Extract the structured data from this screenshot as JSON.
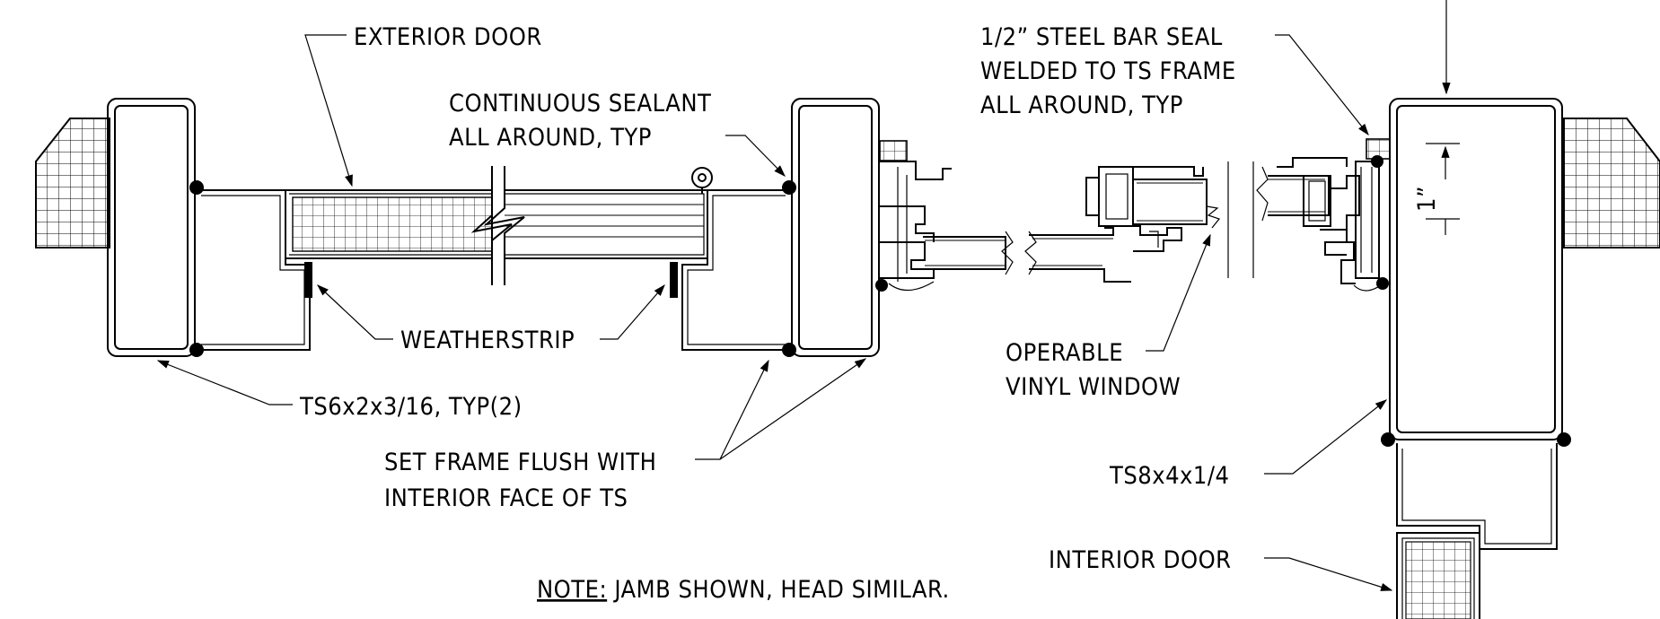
{
  "labels": {
    "exterior_door": "EXTERIOR DOOR",
    "continuous_sealant_1": "CONTINUOUS SEALANT",
    "continuous_sealant_2": "ALL AROUND, TYP",
    "steel_bar_seal_1": "1/2” STEEL BAR SEAL",
    "steel_bar_seal_2": "WELDED TO TS FRAME",
    "steel_bar_seal_3": "ALL AROUND, TYP",
    "weatherstrip": "WEATHERSTRIP",
    "ts6": "TS6x2x3/16, TYP(2)",
    "set_frame_1": "SET FRAME FLUSH WITH",
    "set_frame_2": "INTERIOR FACE OF TS",
    "operable_1": "OPERABLE",
    "operable_2": "VINYL WINDOW",
    "ts8": "TS8x4x1/4",
    "interior_door": "INTERIOR DOOR",
    "note_prefix": "NOTE:",
    "note_text": " JAMB SHOWN, HEAD SIMILAR.",
    "dimension": "1”"
  }
}
